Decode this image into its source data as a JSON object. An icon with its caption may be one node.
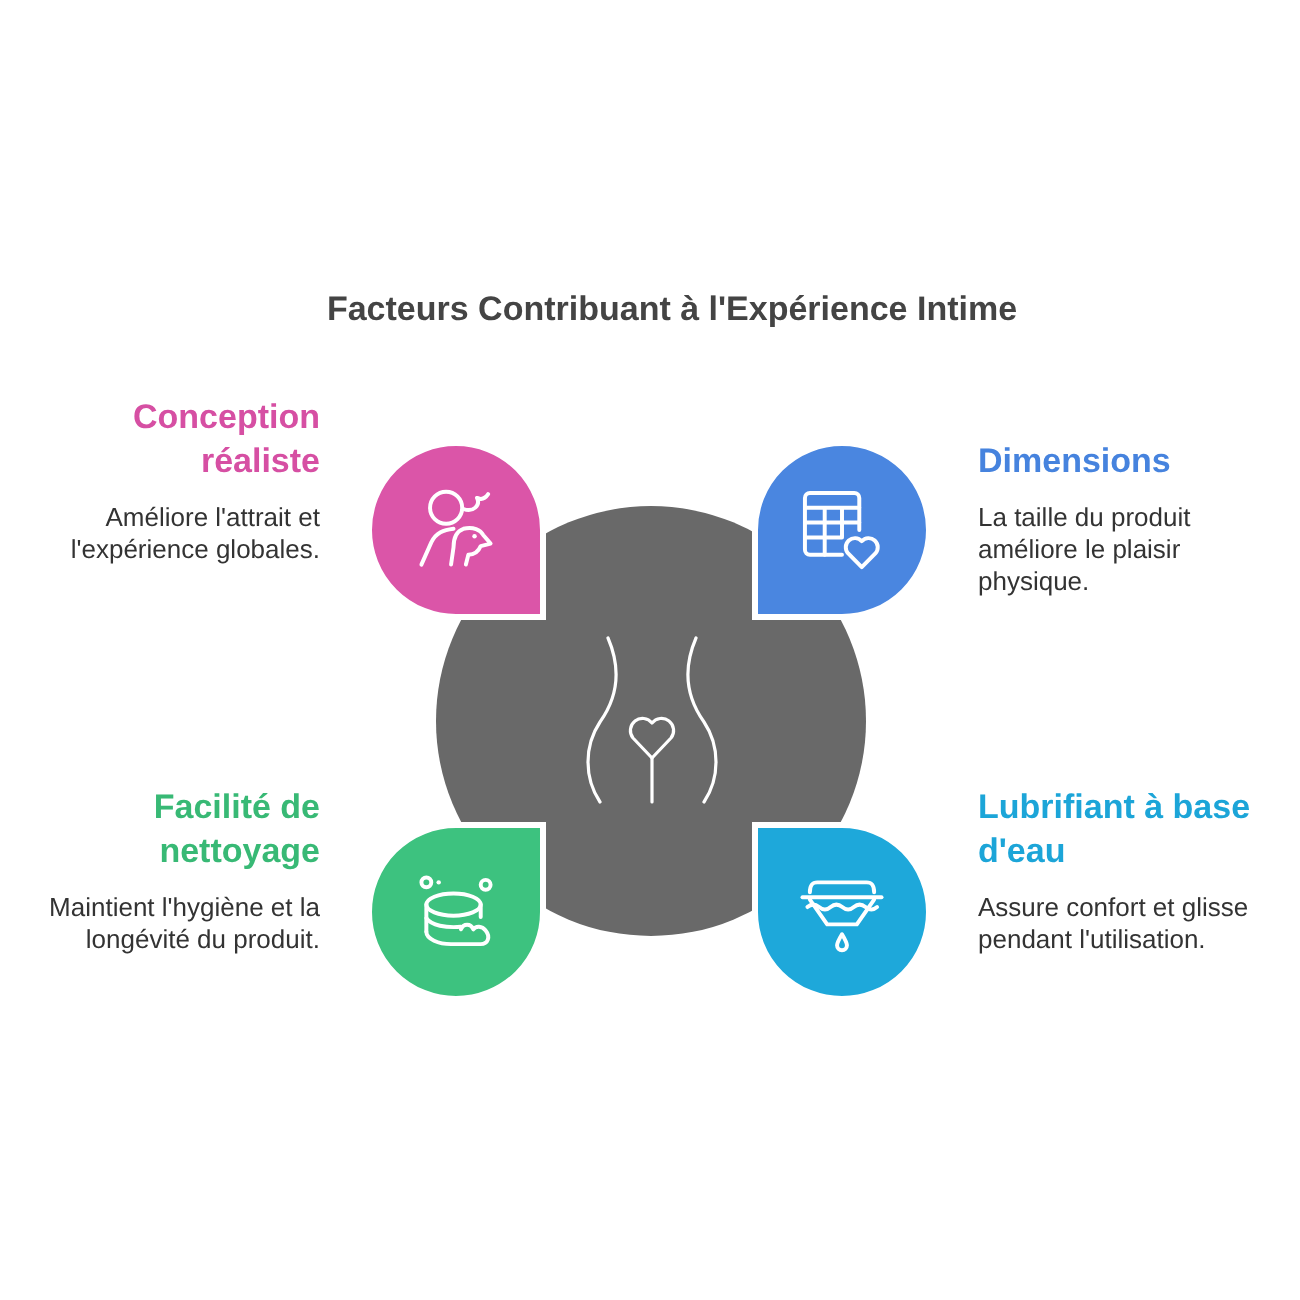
{
  "diagram": {
    "title": "Facteurs Contribuant à l'Expérience Intime",
    "nodes": [
      {
        "text": [
          "Conception réaliste",
          "Améliore l'attrait et l'expérience globales."
        ]
      },
      {
        "text": [
          "Dimensions",
          "La taille du produit améliore le plaisir physique."
        ]
      },
      {
        "text": [],
        "shape": "circle"
      },
      {
        "text": [
          "Facilité de nettoyage",
          "Maintient l'hygiène et la longévité du produit."
        ]
      },
      {
        "text": [
          "Lubrifiant à base d'eau",
          "Assure confort et glisse pendant l'utilisation."
        ]
      }
    ]
  }
}
